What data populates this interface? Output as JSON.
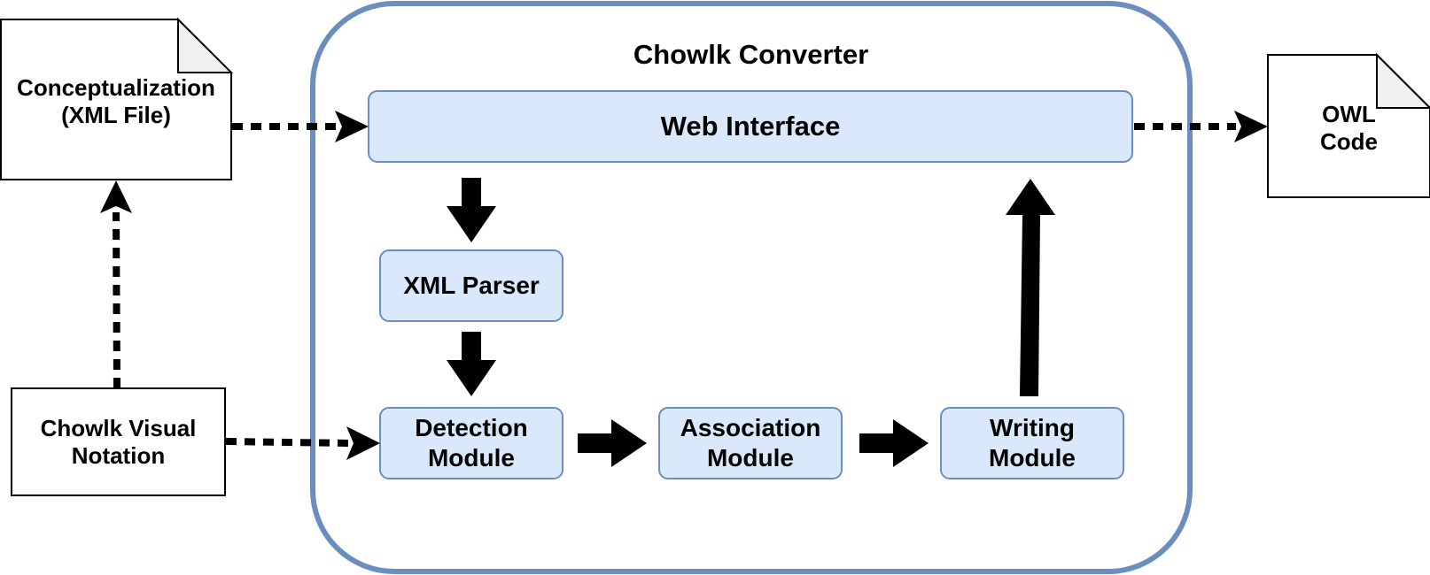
{
  "diagram": {
    "container_title": "Chowlk Converter",
    "nodes": {
      "conceptualization": "Conceptualization\n(XML File)",
      "visual_notation": "Chowlk Visual\nNotation",
      "owl_code": "OWL\nCode",
      "web_interface": "Web Interface",
      "xml_parser": "XML Parser",
      "detection_module": "Detection\nModule",
      "association_module": "Association\nModule",
      "writing_module": "Writing\nModule"
    },
    "colors": {
      "container_border": "#6c8ebf",
      "module_fill": "#dae8fc",
      "module_border": "#6c8ebf",
      "document_fold": "#f0f0f0",
      "arrow": "#000000"
    }
  }
}
